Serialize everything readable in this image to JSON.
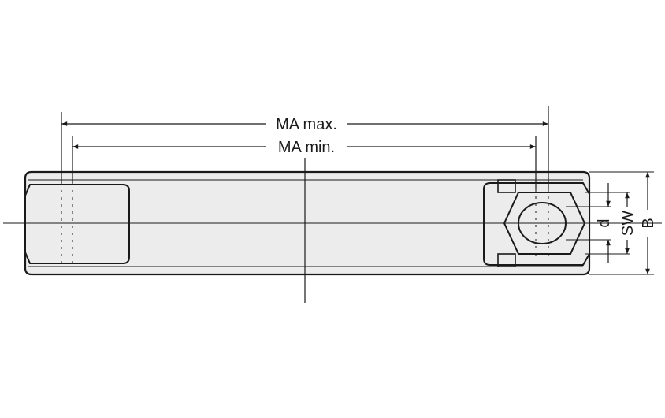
{
  "labels": {
    "ma_max": "MA max.",
    "ma_min": "MA min.",
    "d": "d",
    "sw": "SW",
    "b": "B"
  },
  "colors": {
    "line": "#1a1a1a",
    "fill": "#ececec",
    "background": "#ffffff"
  }
}
